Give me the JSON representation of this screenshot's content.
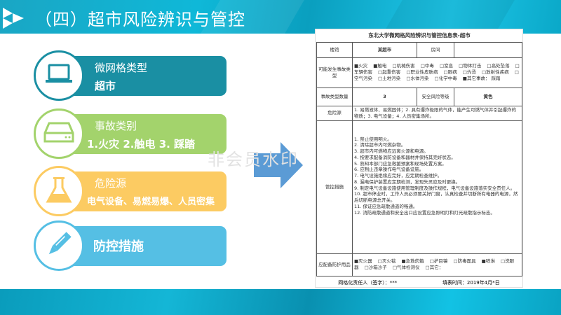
{
  "header": {
    "title": "（四）超市风险辨识与管控"
  },
  "cards": [
    {
      "label": "微网格类型",
      "value": "超市",
      "color": "#1a8fa3",
      "icon": "laptop-icon"
    },
    {
      "label": "事故类别",
      "value": "1.火灾 2.触电 3. 踩踏",
      "color": "#a3d36c",
      "icon": "hard-drive-icon"
    },
    {
      "label": "危险源",
      "value": "电气设备、易燃易爆、人员密集",
      "color": "#fccb62",
      "icon": "flask-icon"
    },
    {
      "label": "防控措施",
      "value": "",
      "color": "#55bfe4",
      "icon": "pencil-icon"
    }
  ],
  "watermark": "非会员水印",
  "form": {
    "title": "东北大学微网格风险辨识与管控信息表-超市",
    "building_label": "楼馆",
    "building_value": "某超市",
    "room_label": "房间",
    "room_value": "",
    "accident_types_label": "可能发生事故类型",
    "accident_types": [
      {
        "text": "火灾",
        "checked": true
      },
      {
        "text": "触电",
        "checked": true
      },
      {
        "text": "机械伤害",
        "checked": false
      },
      {
        "text": "中毒",
        "checked": false
      },
      {
        "text": "窒息",
        "checked": false
      },
      {
        "text": "物体打击",
        "checked": false
      },
      {
        "text": "高处坠落",
        "checked": false
      },
      {
        "text": "车辆伤害",
        "checked": false
      },
      {
        "text": "起重伤害",
        "checked": false
      },
      {
        "text": "职业性皮肤病",
        "checked": false
      },
      {
        "text": "眼病",
        "checked": false
      },
      {
        "text": "灼烫",
        "checked": false
      },
      {
        "text": "放射性疾病",
        "checked": false
      },
      {
        "text": "空气污染",
        "checked": false
      },
      {
        "text": "土地污染",
        "checked": false
      },
      {
        "text": "水体污染",
        "checked": false
      },
      {
        "text": "化学中毒",
        "checked": false
      },
      {
        "text": "其它事故： 踩踏",
        "checked": true
      }
    ],
    "count_label": "事故类型数量",
    "count_value": "3",
    "risk_level_label": "安全风险等级",
    "risk_level_value": "黄色",
    "hazard_label": "危险源",
    "hazard_value": "1. 易燃液体、易燃固体；2. 具有爆炸极限的气体，能产生可燃气体并引起爆炸的物质；3. 电气设备；4. 人员密集场所。",
    "measures_label": "管控措施",
    "measures": [
      "1. 禁止使用明火。",
      "2. 清除超市内可燃杂物。",
      "3. 超市内可燃物应远离火源和电源。",
      "4. 按要求配备消防设备和器材并保持其完好状态。",
      "5. 熟知本部门应急救援预案和现场处置方案。",
      "6. 应制止违章操作电气设备设施。",
      "7. 电气设施绝缘应完好，应定期检查维护。",
      "8. 漏电保护装置应定期检测，发现失灵应及时更换。",
      "9. 制定电气设备设施使用管理制度及操作规程，电气设备设施落实安全责任人。",
      "10. 超市停业时，工作人员必须要关好门窗，认真检查并切断所有电器的电源，然后切断电源总开关。",
      "11. 保证应急疏散通道的畅通。",
      "12. 消防疏散通道和安全出口应设置应急照明灯和灯光疏散指示标志。"
    ],
    "ppe_label": "应配备防护用品",
    "ppe": [
      {
        "text": "灭火器",
        "checked": true
      },
      {
        "text": "灭火毯",
        "checked": false
      },
      {
        "text": "急救药箱",
        "checked": true
      },
      {
        "text": "护目镜",
        "checked": false
      },
      {
        "text": "防毒面具",
        "checked": false
      },
      {
        "text": "喷淋",
        "checked": true
      },
      {
        "text": "洗眼器",
        "checked": false
      },
      {
        "text": "沙箱沙子",
        "checked": false
      },
      {
        "text": "气体检测仪",
        "checked": false
      },
      {
        "text": "其它：",
        "checked": false
      }
    ],
    "responsible": "网格化责任人（签字）：***",
    "date": "填表时间：2019年4月*日"
  }
}
